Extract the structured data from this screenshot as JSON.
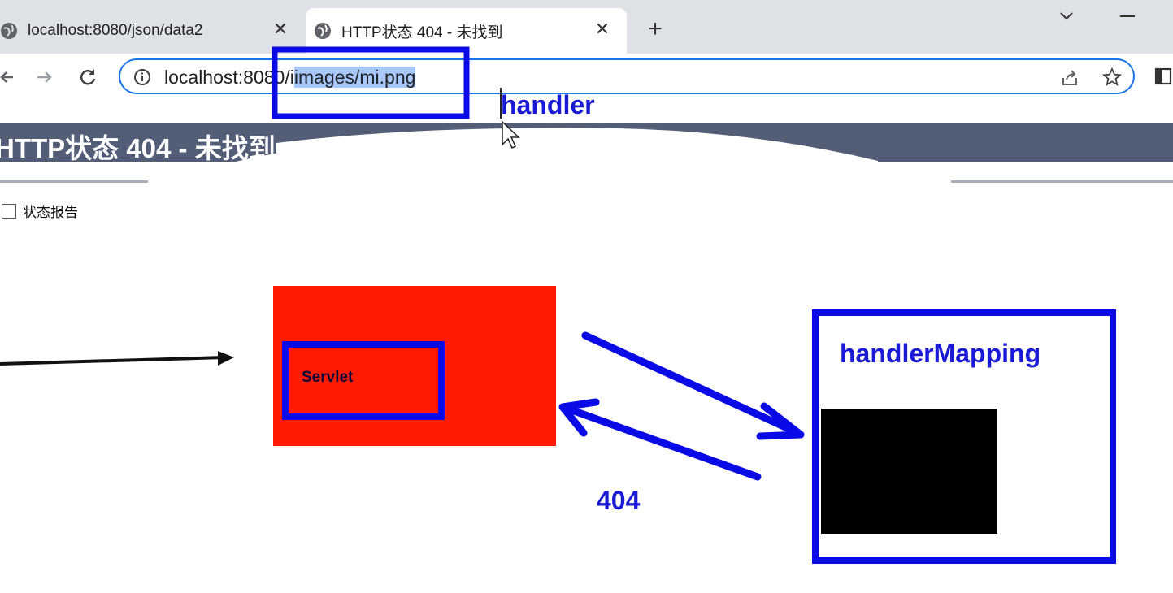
{
  "browser": {
    "tabs": [
      {
        "title": "localhost:8080/json/data2",
        "active": false
      },
      {
        "title": "HTTP状态 404 - 未找到",
        "active": true
      }
    ],
    "new_tab_label": "+",
    "close_label": "✕",
    "url_prefix": "localhost:80",
    "url_selected": "images/mi.png",
    "url_hidden_part": "80/i"
  },
  "page": {
    "error_title": "HTTP状态 404 - 未找到",
    "status_text": "状态报告"
  },
  "annotations": {
    "handler_label": "handler",
    "servlet_label": "Servlet",
    "mapping_label": "handlerMapping",
    "code_label": "404"
  },
  "colors": {
    "annotation_blue": "#0a0ae6",
    "servlet_red": "#ff1a00",
    "error_header": "#525d76",
    "omnibox_focus": "#1a73e8"
  },
  "icons": [
    "globe-icon",
    "close-icon",
    "chevron-down-icon",
    "minimize-icon",
    "back-icon",
    "forward-icon",
    "reload-icon",
    "info-icon",
    "share-icon",
    "star-icon",
    "side-panel-icon",
    "mouse-cursor-icon"
  ]
}
